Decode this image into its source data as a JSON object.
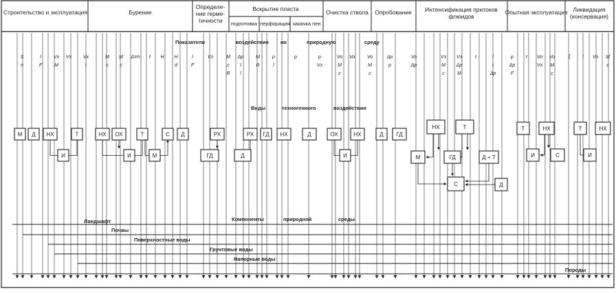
{
  "stages": [
    {
      "id": "stroitelstvo",
      "label": "Строительство и эксплуатация"
    },
    {
      "id": "burenie",
      "label": "Бурение"
    },
    {
      "id": "opredelenie",
      "label": "Определе-\nние герме-\nтичности"
    },
    {
      "id": "vskrytie",
      "label": "Вскрытие пласта"
    },
    {
      "id": "ochistka",
      "label": "Очистка ствола"
    },
    {
      "id": "oprobovanie",
      "label": "Опробование"
    },
    {
      "id": "intensifikaciya",
      "label": "Интенсификация притоков\nфлюидов"
    },
    {
      "id": "opytnaya",
      "label": "Опытная эксплуатация"
    },
    {
      "id": "likvidaciya",
      "label": "Ликвидация\n(консервация)"
    }
  ],
  "substages": [
    {
      "id": "podgotovka",
      "label": "подготовка"
    },
    {
      "id": "perforaciya",
      "label": "перфорация"
    },
    {
      "id": "zakachka",
      "label": "закачка пен"
    }
  ],
  "band_labels": {
    "pokazateli": [
      "Показатели",
      "воздействия",
      "на",
      "природную",
      "среду"
    ],
    "vidy": [
      "Виды",
      "техногенного",
      "воздействия"
    ],
    "komponenty": [
      "Ландшафт",
      "Компоненты",
      "природной",
      "среды"
    ]
  },
  "layers": [
    {
      "id": "landshaft",
      "label": ""
    },
    {
      "id": "pochvy",
      "label": "Почвы"
    },
    {
      "id": "poverhnostnye",
      "label": "Поверхностные воды"
    },
    {
      "id": "gruntovye",
      "label": "Грунтовые воды"
    },
    {
      "id": "napornye",
      "label": "Напорные воды"
    },
    {
      "id": "porody",
      "label": "Породы"
    }
  ],
  "parameters": [
    "S\nn",
    "l\nF",
    "Vx\nM",
    "Vx",
    "Vx\nt",
    "M\nc",
    "M\nc",
    "ΔVn",
    "t",
    "H",
    "H\nd",
    "l\nF",
    "Vз",
    "M\nc\nR",
    "Δp\nl\nl",
    "M\nR",
    "p\nl",
    "p",
    "p\nVз",
    "Vo\nM\nc",
    "Vo",
    "Vo\nM\nc",
    "Δp\np",
    "Vo\nΔp",
    "Vз\nM\nc",
    "Vз\nΔp\nM",
    "t",
    "l\nt\nΔp",
    "p\nΔp\nF",
    "t",
    "Vo\nVx",
    "Vo\nM\nc",
    "ξ",
    "l",
    "Vo",
    "M\nc"
  ],
  "boxes": [
    {
      "id": "b1",
      "label": "М"
    },
    {
      "id": "b2",
      "label": "Д"
    },
    {
      "id": "b3",
      "label": "НХ"
    },
    {
      "id": "b4",
      "label": "Т"
    },
    {
      "id": "b5",
      "label": "И"
    },
    {
      "id": "b6",
      "label": "НХ"
    },
    {
      "id": "b7",
      "label": "ОХ"
    },
    {
      "id": "b8",
      "label": "Т"
    },
    {
      "id": "b9",
      "label": "С"
    },
    {
      "id": "b10",
      "label": "Д"
    },
    {
      "id": "b11",
      "label": "И"
    },
    {
      "id": "b12",
      "label": "М"
    },
    {
      "id": "b13",
      "label": "РХ"
    },
    {
      "id": "b14",
      "label": "ГД"
    },
    {
      "id": "b15",
      "label": "РХ"
    },
    {
      "id": "b16",
      "label": "Д"
    },
    {
      "id": "b17",
      "label": "ГД"
    },
    {
      "id": "b18",
      "label": "НХ"
    },
    {
      "id": "b19",
      "label": "Д"
    },
    {
      "id": "b20",
      "label": "ОХ"
    },
    {
      "id": "b21",
      "label": "НХ"
    },
    {
      "id": "b22",
      "label": "И"
    },
    {
      "id": "b23",
      "label": "Д"
    },
    {
      "id": "b24",
      "label": "ГД"
    },
    {
      "id": "b25",
      "label": "НХ"
    },
    {
      "id": "b26",
      "label": "Т"
    },
    {
      "id": "b27",
      "label": "М"
    },
    {
      "id": "b28",
      "label": "ГД"
    },
    {
      "id": "b29",
      "label": "Д + Т"
    },
    {
      "id": "b30",
      "label": "С"
    },
    {
      "id": "b31",
      "label": "Д"
    },
    {
      "id": "b32",
      "label": "Т"
    },
    {
      "id": "b33",
      "label": "НХ"
    },
    {
      "id": "b34",
      "label": "И"
    },
    {
      "id": "b35",
      "label": "С"
    },
    {
      "id": "b36",
      "label": "Т"
    },
    {
      "id": "b37",
      "label": "НХ"
    },
    {
      "id": "b38",
      "label": "И"
    }
  ]
}
